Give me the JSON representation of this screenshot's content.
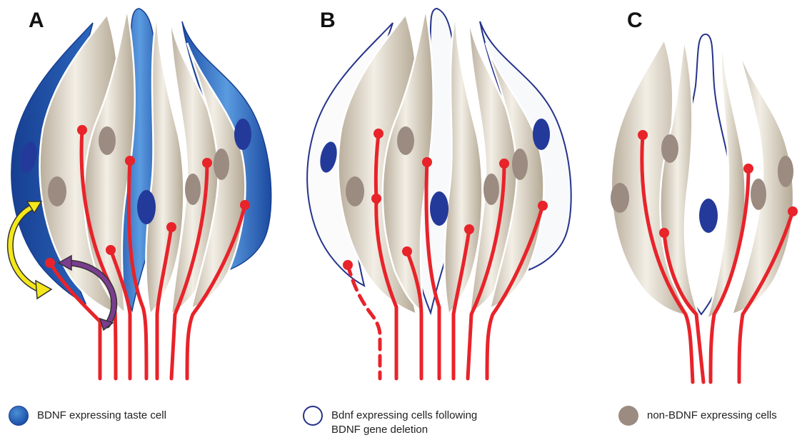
{
  "panels": {
    "a": "A",
    "b": "B",
    "c": "C"
  },
  "legend": {
    "bdnf_expressing": "BDNF expressing taste cell",
    "deletion": "Bdnf expressing cells following\nBDNF gene deletion",
    "non_bdnf": "non-BDNF expressing cells"
  },
  "colors": {
    "bdnf_blue": "#2f6fc4",
    "outline_blue": "#26338a",
    "beige_cell": "#c9bfb0",
    "nucleus_brown": "#9b8b80",
    "nucleus_blue": "#233a9a",
    "nerve_red": "#e8232a",
    "arrow_yellow": "#f4e81a",
    "arrow_purple": "#7a3d8f"
  }
}
